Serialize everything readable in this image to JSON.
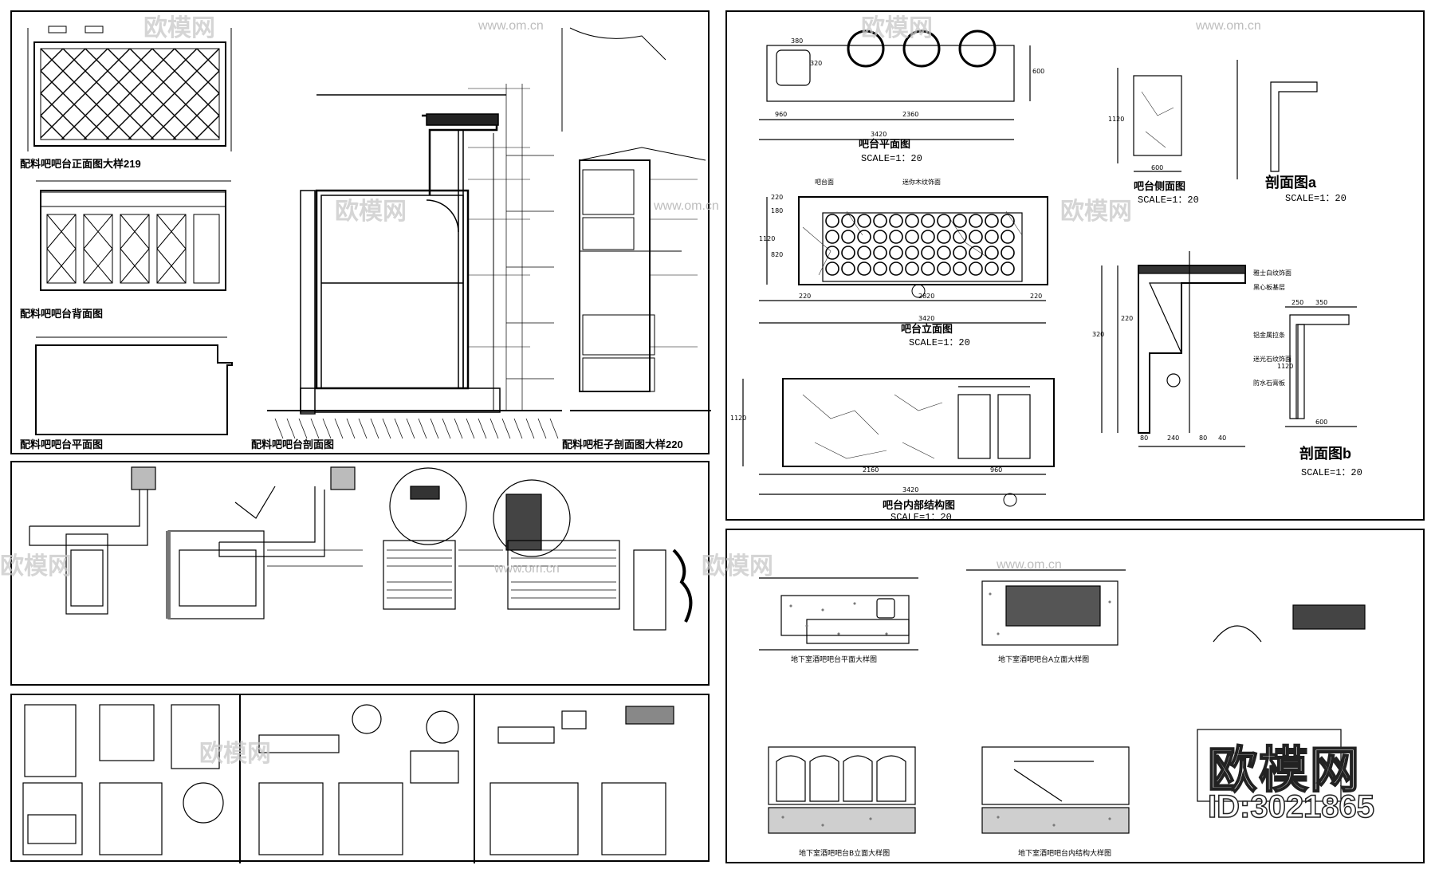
{
  "watermark": {
    "brand": "欧模网",
    "url": "www.om.cn",
    "id": "ID:3021865"
  },
  "panel_tl": {
    "title_front": "配料吧吧台正面图大样219",
    "title_back": "配料吧吧台背面图",
    "title_plan": "配料吧吧台平面图",
    "title_section": "配料吧吧台剖面图",
    "title_cabinet": "配料吧柜子剖面图大样220"
  },
  "panel_tr": {
    "plan_title": "吧台平面图",
    "plan_scale": "SCALE=1：20",
    "plan_dims": [
      "960",
      "2360",
      "3420",
      "600",
      "380",
      "320"
    ],
    "side_title": "吧台侧面图",
    "side_scale": "SCALE=1：20",
    "side_dims": [
      "600",
      "1120"
    ],
    "sec_a_title": "剖面图a",
    "sec_a_scale": "SCALE=1：20",
    "elev_title": "吧台立面图",
    "elev_scale": "SCALE=1：20",
    "elev_dims": [
      "220",
      "2820",
      "220",
      "3420",
      "1120",
      "820",
      "180",
      "220"
    ],
    "inner_title": "吧台内部结构图",
    "inner_scale": "SCALE=1：20",
    "inner_dims": [
      "2160",
      "960",
      "3420",
      "1120"
    ],
    "sec_b_title": "剖面图b",
    "sec_b_scale": "SCALE=1：20",
    "sec_b_dims": [
      "250",
      "350",
      "600",
      "1120"
    ],
    "big_sec_dims": [
      "80",
      "240",
      "80",
      "40",
      "320",
      "220"
    ],
    "callouts_elev": [
      "吧台面",
      "迷你木纹饰面"
    ],
    "callouts_sec": [
      "雅士白纹饰面",
      "黑心板基层",
      "铝金属拉条",
      "迷光石纹饰面",
      "防水石膏板"
    ]
  },
  "panel_br": {
    "titles": [
      "地下室酒吧吧台平面大样图",
      "地下室酒吧吧台A立面大样图",
      "地下室酒吧吧台B立面大样图",
      "地下室酒吧吧台内结构大样图"
    ]
  }
}
